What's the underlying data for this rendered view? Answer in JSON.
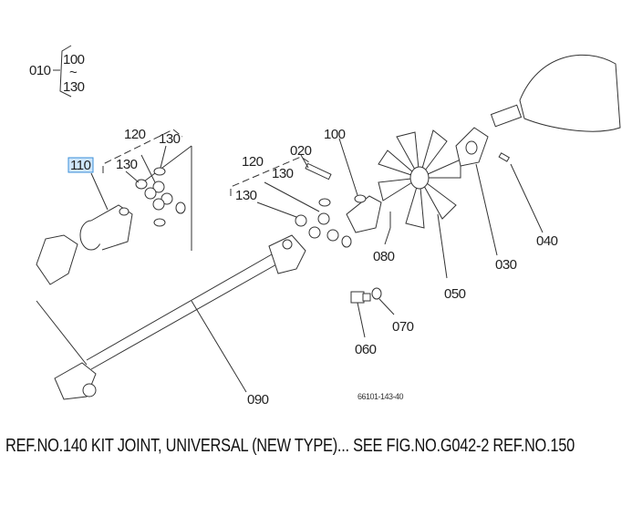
{
  "diagram": {
    "labels": {
      "l010": "010",
      "l010_from": "100",
      "l010_tilde": "~",
      "l010_to": "130",
      "l120a": "120",
      "l130a": "130",
      "l110": "110",
      "l130b": "130",
      "l020": "020",
      "l100": "100",
      "l120b": "120",
      "l130c": "130",
      "l130d": "130",
      "l080": "080",
      "l050": "050",
      "l030": "030",
      "l040": "040",
      "l070": "070",
      "l060": "060",
      "l090": "090"
    },
    "highlighted_part": "110",
    "highlight_color": "#3a8fd8",
    "figure_code": "66101-143-40"
  },
  "caption": "REF.NO.140 KIT JOINT, UNIVERSAL (NEW TYPE)...  SEE FIG.NO.G042-2 REF.NO.150"
}
